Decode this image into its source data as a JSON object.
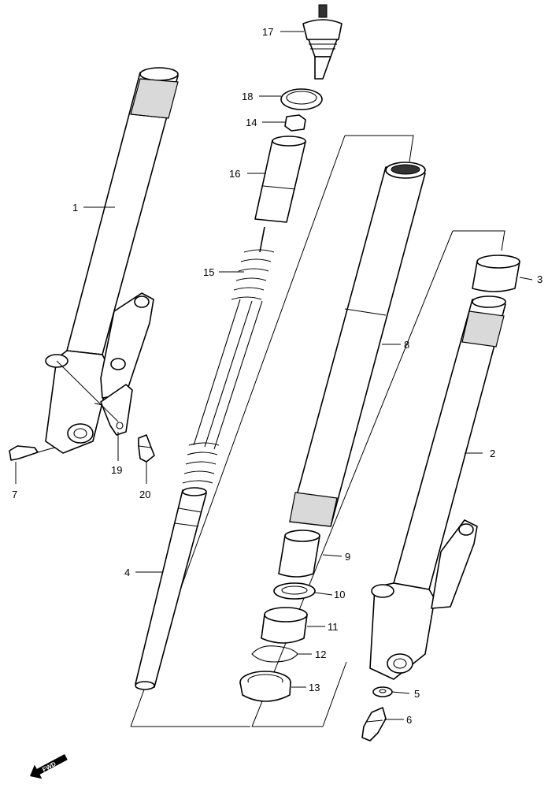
{
  "labels": {
    "p1": "1",
    "p2": "2",
    "p3": "3",
    "p4": "4",
    "p5": "5",
    "p6": "6",
    "p7": "7",
    "p8": "8",
    "p9": "9",
    "p10": "10",
    "p11": "11",
    "p12": "12",
    "p13": "13",
    "p14": "14",
    "p15": "15",
    "p16": "16",
    "p17": "17",
    "p18": "18",
    "p19": "19",
    "p20": "20"
  },
  "direction_badge": "FWD"
}
